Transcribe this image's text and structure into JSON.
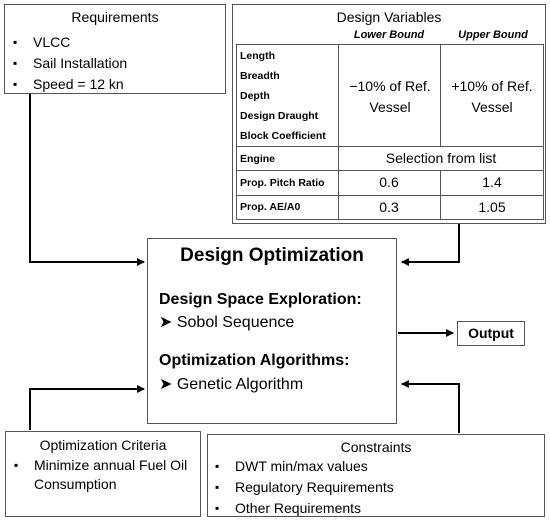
{
  "requirements": {
    "title": "Requirements",
    "items": [
      "VLCC",
      "Sail Installation",
      "Speed = 12 kn"
    ]
  },
  "design_variables": {
    "title": "Design Variables",
    "col_lower": "Lower Bound",
    "col_upper": "Upper Bound",
    "geometry_rows": [
      "Length",
      "Breadth",
      "Depth",
      "Design Draught",
      "Block Coefficient"
    ],
    "geometry_lower": "−10% of Ref. Vessel",
    "geometry_upper": "+10% of Ref. Vessel",
    "engine_label": "Engine",
    "engine_value": "Selection from list",
    "pitch_label": "Prop. Pitch Ratio",
    "pitch_lower": "0.6",
    "pitch_upper": "1.4",
    "area_label": "Prop. AE/A0",
    "area_lower": "0.3",
    "area_upper": "1.05"
  },
  "optimization": {
    "title": "Design Optimization",
    "exploration_heading": "Design Space Exploration:",
    "exploration_item": "Sobol Sequence",
    "algorithms_heading": "Optimization Algorithms:",
    "algorithms_item": "Genetic Algorithm"
  },
  "output": {
    "label": "Output"
  },
  "criteria": {
    "title": "Optimization Criteria",
    "items": [
      "Minimize annual  Fuel Oil Consumption"
    ]
  },
  "constraints": {
    "title": "Constraints",
    "items": [
      "DWT min/max values",
      "Regulatory Requirements",
      "Other Requirements"
    ]
  }
}
